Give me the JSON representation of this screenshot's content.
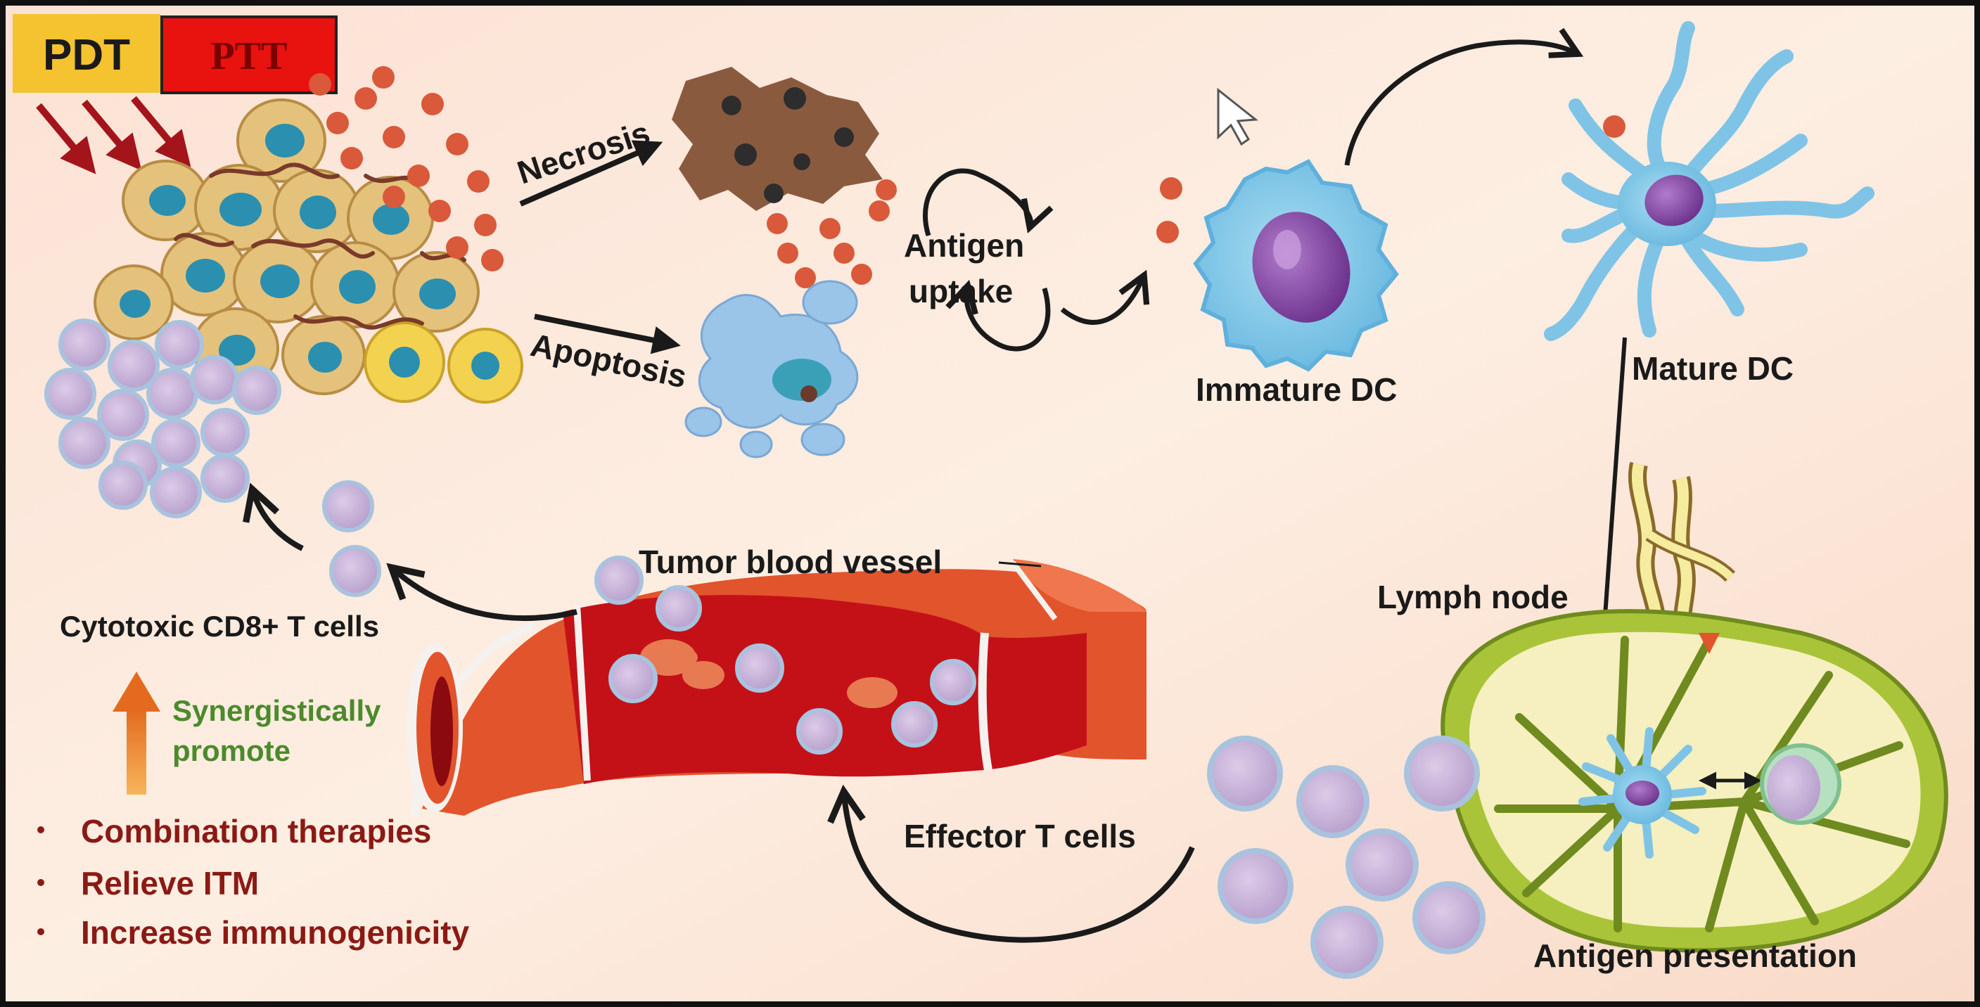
{
  "labels": {
    "pdt": "PDT",
    "ptt": "PTT",
    "necrosis": "Necrosis",
    "apoptosis": "Apoptosis",
    "antigen_uptake_line1": "Antigen",
    "antigen_uptake_line2": "uptake",
    "immature_dc": "Immature DC",
    "mature_dc": "Mature DC",
    "lymph_node": "Lymph node",
    "antigen_presentation": "Antigen presentation",
    "effector_t_cells": "Effector T cells",
    "tumor_blood_vessel": "Tumor blood vessel",
    "cytotoxic_t_cells": "Cytotoxic CD8+ T cells",
    "synergistically_line1": "Synergistically",
    "synergistically_line2": "promote"
  },
  "bullets": [
    "Combination therapies",
    "Relieve ITM",
    "Increase immunogenicity"
  ],
  "colors": {
    "background": "#fbeadd",
    "pdt_box": "#f5c230",
    "ptt_box": "#e8120f",
    "tumor_cell": "#e4c27c",
    "tumor_nucleus": "#2b8fb0",
    "antigen": "#d9593a",
    "dc_cell": "#7fc4e6",
    "dc_nucleus": "#8a4fa8",
    "t_cell": "#c9b5d9",
    "vessel_wall": "#e2542c",
    "vessel_lumen": "#c41118",
    "lymph_node": "#a9c438"
  }
}
